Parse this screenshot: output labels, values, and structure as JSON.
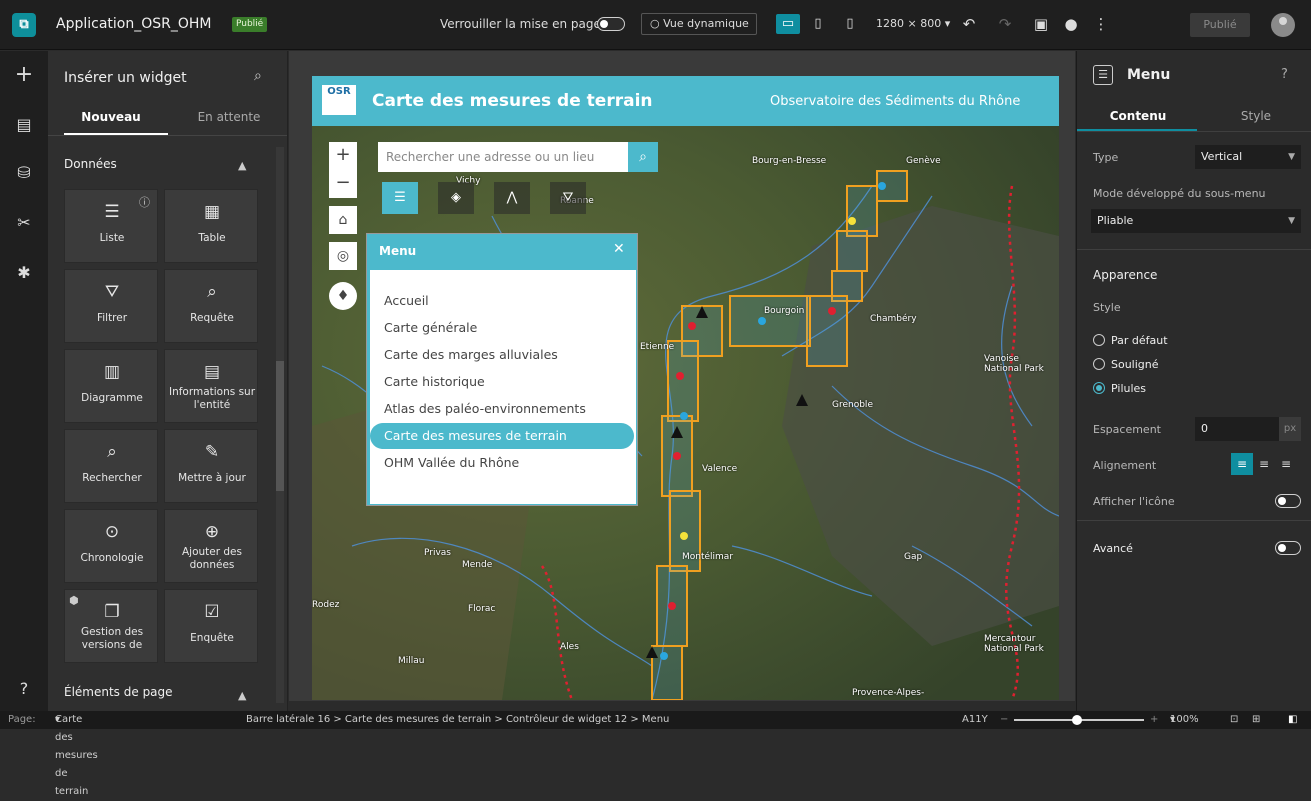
{
  "topbar": {
    "logo_glyph": "⧉",
    "app_title": "Application_OSR_OHM",
    "publish_status": "Publié",
    "lock_layout_label": "Verrouiller la mise en page",
    "dynamic_view_label": "Vue dynamique",
    "resolution": "1280 × 800",
    "publish_button": "Publié"
  },
  "widget_panel": {
    "title": "Insérer un widget",
    "tabs": [
      "Nouveau",
      "En attente"
    ],
    "data_section": "Données",
    "page_section": "Éléments de page",
    "tiles": [
      {
        "icon": "list-icon",
        "glyph": "☰",
        "label": "Liste"
      },
      {
        "icon": "table-icon",
        "glyph": "▦",
        "label": "Table"
      },
      {
        "icon": "filter-icon",
        "glyph": "⛛",
        "label": "Filtrer"
      },
      {
        "icon": "query-icon",
        "glyph": "⌕",
        "label": "Requête"
      },
      {
        "icon": "chart-icon",
        "glyph": "▥",
        "label": "Diagramme"
      },
      {
        "icon": "feature-info-icon",
        "glyph": "▤",
        "label": "Informations sur l'entité"
      },
      {
        "icon": "search-icon",
        "glyph": "⌕",
        "label": "Rechercher"
      },
      {
        "icon": "edit-icon",
        "glyph": "✎",
        "label": "Mettre à jour"
      },
      {
        "icon": "timeline-icon",
        "glyph": "⊙",
        "label": "Chronologie"
      },
      {
        "icon": "add-data-icon",
        "glyph": "⊕",
        "label": "Ajouter des données"
      },
      {
        "icon": "version-icon",
        "glyph": "❐",
        "label": "Gestion des versions de"
      },
      {
        "icon": "survey-icon",
        "glyph": "☑",
        "label": "Enquête"
      }
    ]
  },
  "map": {
    "logo_text": "OSR",
    "title": "Carte des mesures de terrain",
    "subtitle": "Observatoire des Sédiments du Rhône",
    "search_placeholder": "Rechercher une adresse ou un lieu",
    "places": [
      {
        "label": "Bourg-en-Bresse"
      },
      {
        "label": "Genève"
      },
      {
        "label": "Vichy"
      },
      {
        "label": "Roanne"
      },
      {
        "label": "Bourgoin"
      },
      {
        "label": "Chambéry"
      },
      {
        "label": "Etienne"
      },
      {
        "label": "Vanoise National Park"
      },
      {
        "label": "Grenoble"
      },
      {
        "label": "Valence"
      },
      {
        "label": "Privas"
      },
      {
        "label": "Montélimar"
      },
      {
        "label": "Gap"
      },
      {
        "label": "Mende"
      },
      {
        "label": "Rodez"
      },
      {
        "label": "Florac"
      },
      {
        "label": "Ales"
      },
      {
        "label": "Millau"
      },
      {
        "label": "Mercantour National Park"
      },
      {
        "label": "Provence-Alpes-"
      }
    ]
  },
  "menu_popup": {
    "title": "Menu",
    "items": [
      {
        "label": "Accueil",
        "active": false
      },
      {
        "label": "Carte générale",
        "active": false
      },
      {
        "label": "Carte des marges alluviales",
        "active": false
      },
      {
        "label": "Carte historique",
        "active": false
      },
      {
        "label": "Atlas des paléo-environnements",
        "active": false
      },
      {
        "label": "Carte des mesures de terrain",
        "active": true
      },
      {
        "label": "OHM Vallée du Rhône",
        "active": false
      }
    ]
  },
  "settings": {
    "title": "Menu",
    "tabs": [
      "Contenu",
      "Style"
    ],
    "type_label": "Type",
    "type_value": "Vertical",
    "submenu_label": "Mode développé du sous-menu",
    "submenu_value": "Pliable",
    "appearance_label": "Apparence",
    "style_label": "Style",
    "style_options": [
      {
        "label": "Par défaut",
        "selected": false
      },
      {
        "label": "Souligné",
        "selected": false
      },
      {
        "label": "Pilules",
        "selected": true
      }
    ],
    "spacing_label": "Espacement",
    "spacing_value": "0",
    "spacing_unit": "px",
    "alignment_label": "Alignement",
    "show_icon_label": "Afficher l'icône",
    "advanced_label": "Avancé"
  },
  "statusbar": {
    "page_label": "Page:",
    "page_value": "Carte des mesures de terrain",
    "breadcrumb": "Barre latérale 16  >  Carte des mesures de terrain  >  Contrôleur de widget 12  >  Menu",
    "a11y": "A11Y",
    "zoom": "100%"
  },
  "colors": {
    "accent": "#4cb9cc",
    "selection": "#0f8ea0",
    "frame": "#f0a020",
    "boundary": "#e02030"
  }
}
